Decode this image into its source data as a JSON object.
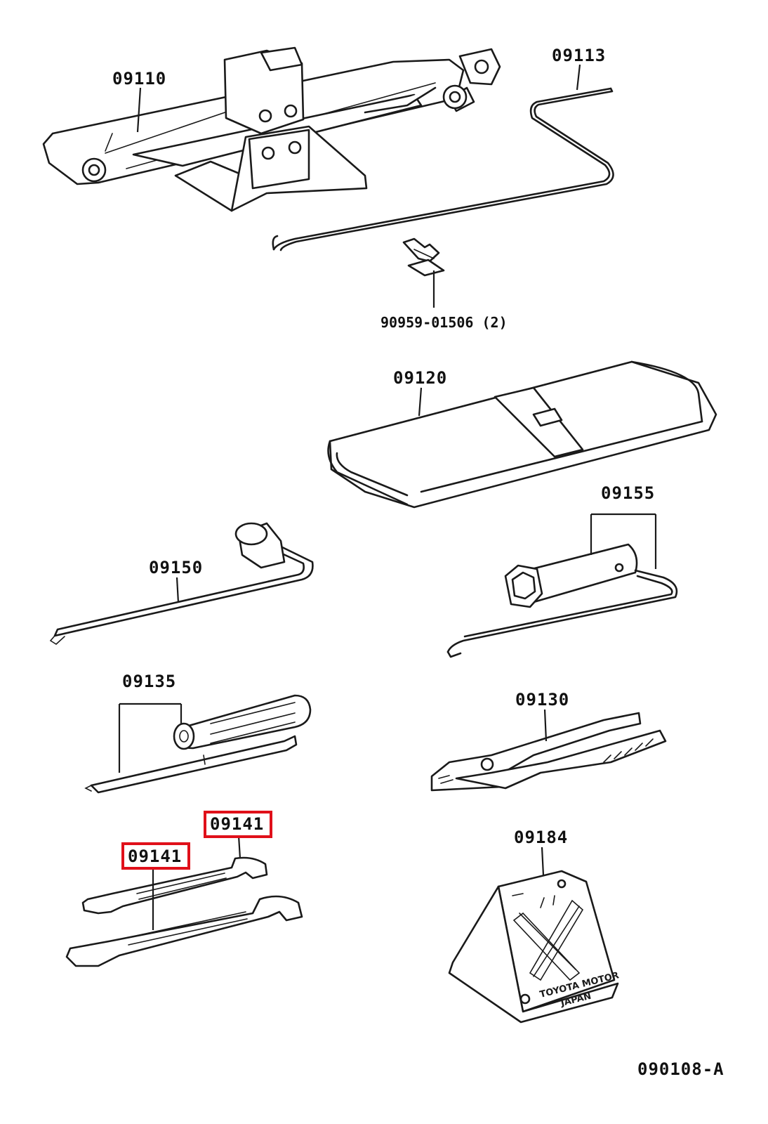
{
  "labels": {
    "jack": "09110",
    "handle": "09113",
    "clip": "90959-01506 (2)",
    "bag": "09120",
    "box_wrench": "09155",
    "lug_wrench": "09150",
    "screwdriver": "09135",
    "pliers": "09130",
    "wrench_small": "09141",
    "wrench_large": "09141",
    "chock": "09184",
    "figure_code": "090108-A"
  },
  "chock_marking": [
    "TOYOTA MOTOR",
    "JAPAN"
  ],
  "highlight_color": "#e0101a"
}
